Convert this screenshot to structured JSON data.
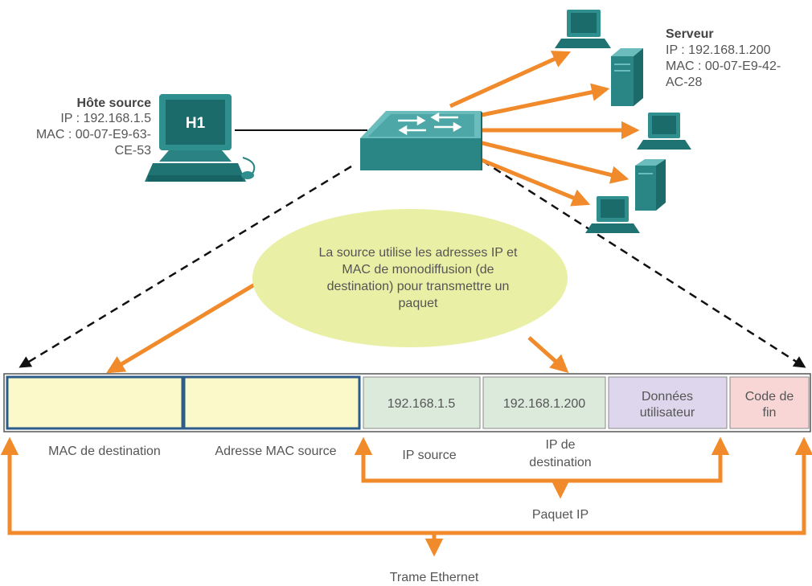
{
  "source_host": {
    "title": "Hôte source",
    "ip_line": "IP : 192.168.1.5",
    "mac_line1": "MAC : 00-07-E9-63-",
    "mac_line2": "CE-53",
    "badge": "H1"
  },
  "server": {
    "title": "Serveur",
    "ip_line": "IP : 192.168.1.200",
    "mac_line1": "MAC : 00-07-E9-42-",
    "mac_line2": "AC-28"
  },
  "bubble": {
    "line1": "La source utilise les adresses IP et",
    "line2": "MAC de monodiffusion (de",
    "line3": "destination) pour transmettre un",
    "line4": "paquet"
  },
  "frame": {
    "cell_ip_src": "192.168.1.5",
    "cell_ip_dst": "192.168.1.200",
    "cell_data_l1": "Données",
    "cell_data_l2": "utilisateur",
    "cell_trailer_l1": "Code de",
    "cell_trailer_l2": "fin"
  },
  "labels": {
    "mac_dst": "MAC de destination",
    "mac_src": "Adresse MAC source",
    "ip_src": "IP source",
    "ip_dst_l1": "IP de",
    "ip_dst_l2": "destination",
    "ip_packet": "Paquet IP",
    "ethernet_frame": "Trame Ethernet"
  },
  "colors": {
    "arrow_orange": "#f08a2b",
    "device_teal": "#2f8f8f",
    "mac_cell_fill": "#fbf9c9",
    "mac_cell_border": "#2e5c8a",
    "ip_cell_fill": "#dceadb",
    "data_cell_fill": "#ddd6ec",
    "trailer_cell_fill": "#f8d6d6",
    "bubble_fill": "#e9efa4"
  }
}
